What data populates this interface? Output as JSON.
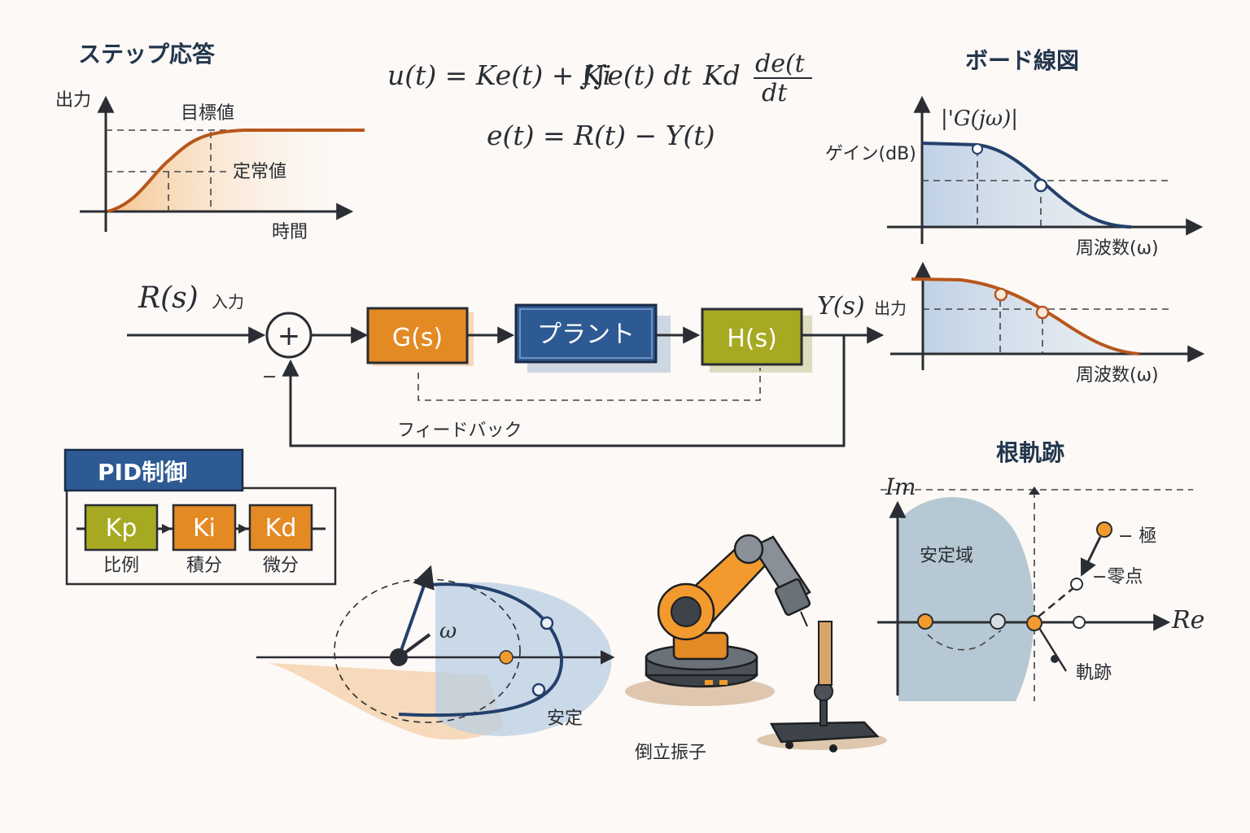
{
  "step_response": {
    "title": "ステップ応答",
    "y_label": "出力",
    "x_label": "時間",
    "target_label": "目標値",
    "steady_label": "定常値",
    "curve_color": "#b8561c"
  },
  "equations": {
    "pid": "u(t) = Ke(t) + Ki∫∫e(t)dt Kd de(t/dt",
    "pid_lhs": "u(t) = Ke(t) + Ki",
    "pid_integral": "∫∫e(t) dt",
    "pid_kd": "Kd",
    "pid_frac_num": "de(t",
    "pid_frac_den": "dt",
    "error": "e(t) = R(t) − Y(t)"
  },
  "bode": {
    "title": "ボード線図",
    "magnitude_label": "|'G(jω)|",
    "gain_label": "ゲイン(dB)",
    "freq_label_1": "周波数(ω)",
    "freq_label_2": "周波数(ω)",
    "gain_color": "#24406b",
    "phase_color": "#b8561c"
  },
  "block_diagram": {
    "input_label": "R(s)",
    "input_text": "入力",
    "sum_symbol": "+",
    "minus_sign": "−",
    "blocks": [
      {
        "label": "G(s)",
        "color": "#e38a24"
      },
      {
        "label": "プラント",
        "color": "#2e5a94"
      },
      {
        "label": "H(s)",
        "color": "#a6aa22"
      }
    ],
    "output_label": "Y(s)",
    "output_text": "出力",
    "feedback_label": "フィードバック"
  },
  "pid_panel": {
    "title": "PID制御",
    "title_color": "#2e5a94",
    "gains": [
      {
        "label": "Kp",
        "caption": "比例",
        "color": "#a6aa22"
      },
      {
        "label": "Ki",
        "caption": "積分",
        "color": "#e38a24"
      },
      {
        "label": "Kd",
        "caption": "微分",
        "color": "#e38a24"
      }
    ]
  },
  "phase_plot": {
    "omega_label": "ω",
    "stable_label": "安定"
  },
  "robot": {
    "caption": "倒立振子"
  },
  "root_locus": {
    "title": "根軌跡",
    "im_label": "Im",
    "re_label": "Re",
    "stable_region_label": "安定域",
    "pole_label": "− 極",
    "zero_label": "−零点",
    "locus_label": "軌跡",
    "pole_color": "#f29a2e"
  }
}
